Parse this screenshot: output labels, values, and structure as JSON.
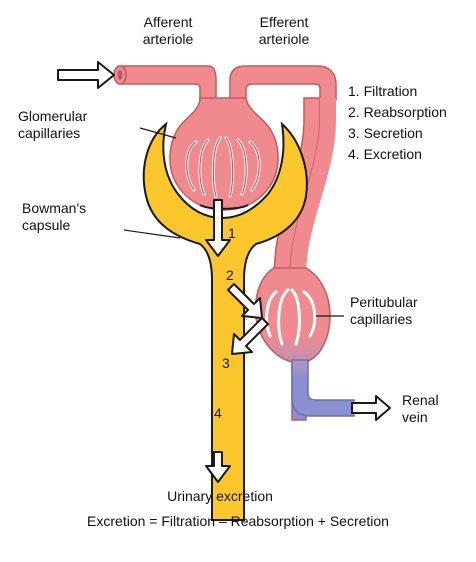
{
  "labels": {
    "afferent": "Afferent\narteriole",
    "efferent": "Efferent\narteriole",
    "glomerular": "Glomerular\ncapillaries",
    "bowmans": "Bowman's\ncapsule",
    "peritubular": "Peritubular\ncapillaries",
    "renal_vein": "Renal\nvein",
    "urinary": "Urinary excretion",
    "equation": "Excretion = Filtration – Reabsorption + Secretion"
  },
  "steps": [
    "1. Filtration",
    "2. Reabsorption",
    "3. Secretion",
    "4. Excretion"
  ],
  "numbers": {
    "n1": "1",
    "n2": "2",
    "n3": "3",
    "n4": "4"
  },
  "colors": {
    "blood_red": "#f08a8e",
    "blood_blue": "#8a8fd0",
    "tubule_yellow": "#fcc72c",
    "outline": "#1a1a1a"
  }
}
